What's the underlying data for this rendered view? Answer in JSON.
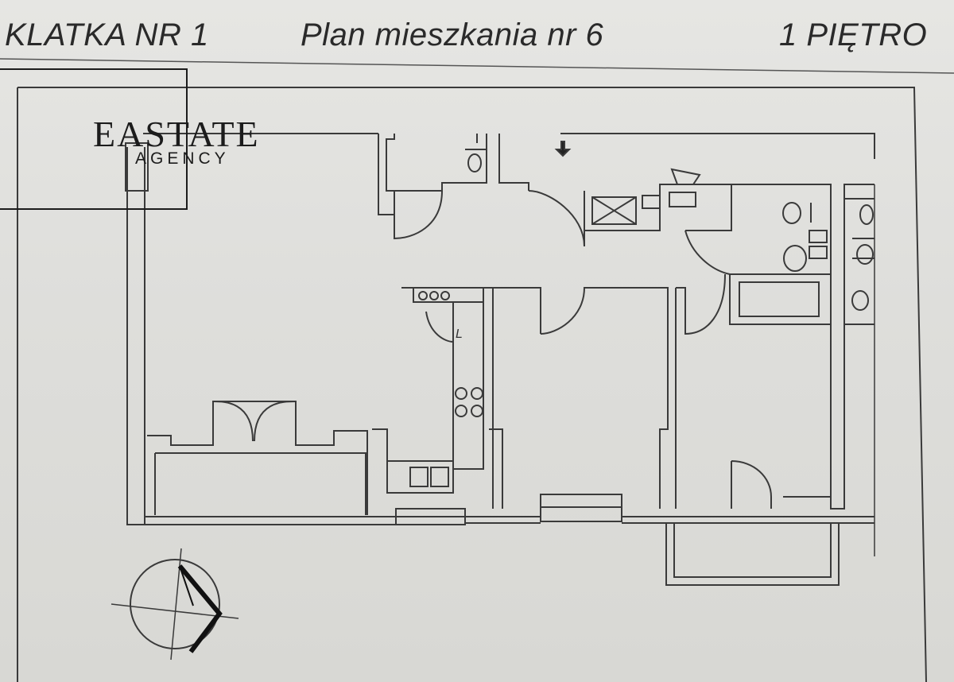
{
  "header": {
    "left": "KLATKA NR 1",
    "middle": "Plan mieszkania nr 6",
    "right": "1 PIĘTRO"
  },
  "logo": {
    "name": "EASTATE",
    "sub": "AGENCY"
  },
  "plan": {
    "kitchen_label": "L"
  }
}
